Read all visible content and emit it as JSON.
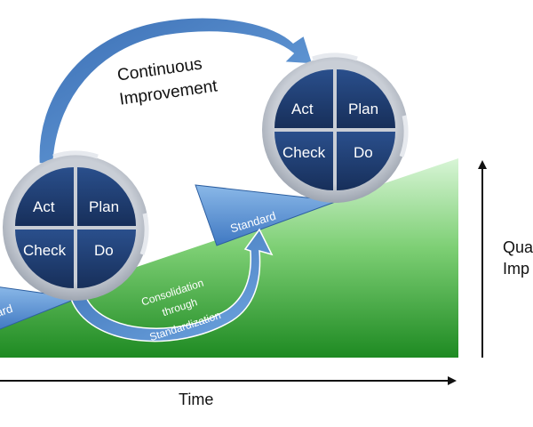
{
  "diagram": {
    "cycle_left": {
      "act": "Act",
      "plan": "Plan",
      "check": "Check",
      "do": "Do"
    },
    "cycle_right": {
      "act": "Act",
      "plan": "Plan",
      "check": "Check",
      "do": "Do"
    },
    "standard_label": "Standard",
    "standard_label_partial": "ard",
    "continuous_improvement": [
      "Continuous",
      "Improvement"
    ],
    "consolidation": [
      "Consolidation",
      "through",
      "Standardization"
    ],
    "x_axis_label": "Time",
    "y_axis_label_partial": [
      "Qua",
      "Imp"
    ],
    "colors": {
      "ramp_top": "#d8f5d6",
      "ramp_bottom": "#1e8a22",
      "circle_fill": "#1f3e73",
      "circle_ring": "#9aa3b0",
      "wedge_fill": "#5b9bd5",
      "arrow_blue": "#3f78c2"
    }
  }
}
